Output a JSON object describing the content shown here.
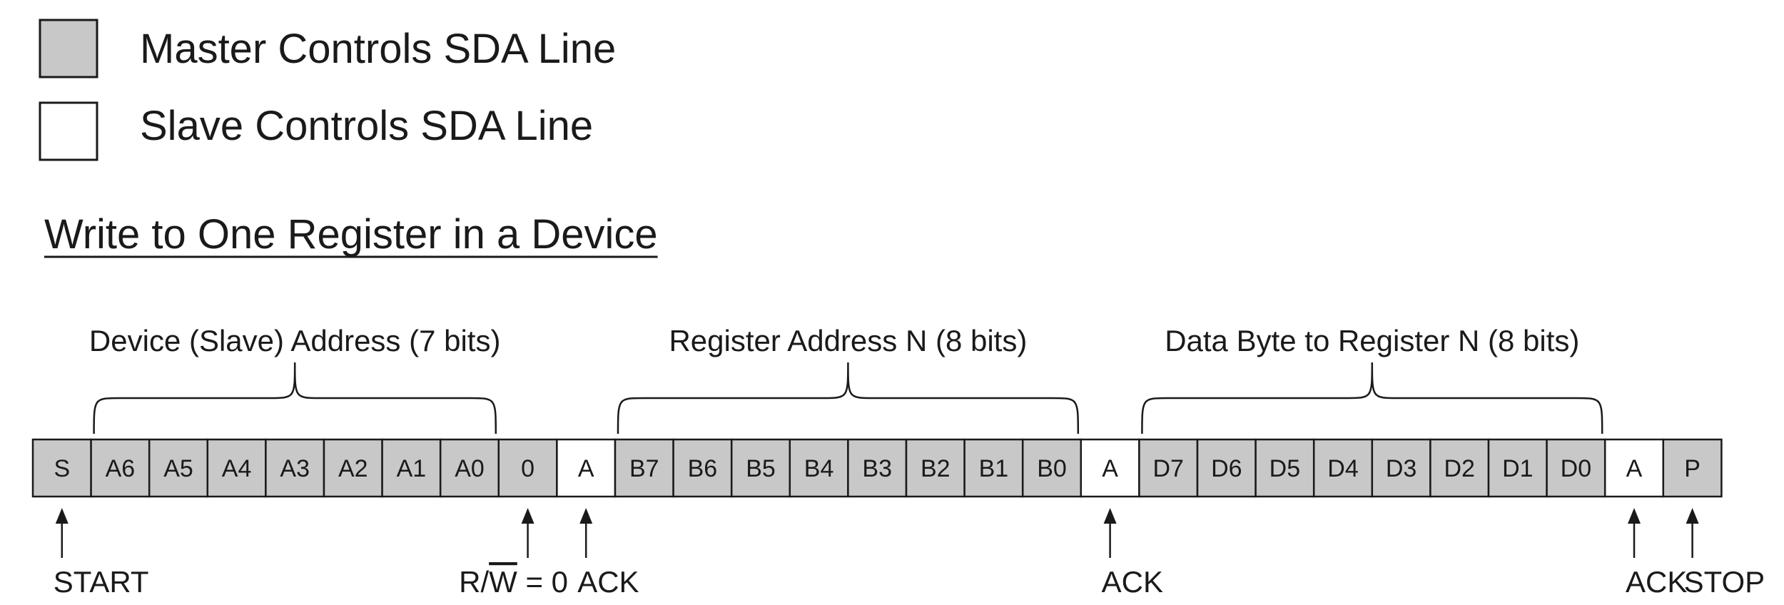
{
  "legend": [
    {
      "label": "Master Controls SDA Line",
      "fill": "#c8c8c8"
    },
    {
      "label": "Slave Controls SDA Line",
      "fill": "#ffffff"
    }
  ],
  "title": "Write to One Register in a Device",
  "colors": {
    "master": "#c8c8c8",
    "slave": "#ffffff",
    "stroke": "#1a1a1a"
  },
  "cells": [
    {
      "label": "S",
      "owner": "master"
    },
    {
      "label": "A6",
      "owner": "master"
    },
    {
      "label": "A5",
      "owner": "master"
    },
    {
      "label": "A4",
      "owner": "master"
    },
    {
      "label": "A3",
      "owner": "master"
    },
    {
      "label": "A2",
      "owner": "master"
    },
    {
      "label": "A1",
      "owner": "master"
    },
    {
      "label": "A0",
      "owner": "master"
    },
    {
      "label": "0",
      "owner": "master"
    },
    {
      "label": "A",
      "owner": "slave"
    },
    {
      "label": "B7",
      "owner": "master"
    },
    {
      "label": "B6",
      "owner": "master"
    },
    {
      "label": "B5",
      "owner": "master"
    },
    {
      "label": "B4",
      "owner": "master"
    },
    {
      "label": "B3",
      "owner": "master"
    },
    {
      "label": "B2",
      "owner": "master"
    },
    {
      "label": "B1",
      "owner": "master"
    },
    {
      "label": "B0",
      "owner": "master"
    },
    {
      "label": "A",
      "owner": "slave"
    },
    {
      "label": "D7",
      "owner": "master"
    },
    {
      "label": "D6",
      "owner": "master"
    },
    {
      "label": "D5",
      "owner": "master"
    },
    {
      "label": "D4",
      "owner": "master"
    },
    {
      "label": "D3",
      "owner": "master"
    },
    {
      "label": "D2",
      "owner": "master"
    },
    {
      "label": "D1",
      "owner": "master"
    },
    {
      "label": "D0",
      "owner": "master"
    },
    {
      "label": "A",
      "owner": "slave"
    },
    {
      "label": "P",
      "owner": "master"
    }
  ],
  "groups": [
    {
      "label": "Device (Slave) Address (7 bits)",
      "from_cell": 1,
      "to_cell": 7
    },
    {
      "label": "Register Address N (8 bits)",
      "from_cell": 10,
      "to_cell": 17
    },
    {
      "label": "Data Byte to Register N (8 bits)",
      "from_cell": 19,
      "to_cell": 26
    }
  ],
  "markers": [
    {
      "label": "START",
      "cell": 0
    },
    {
      "label_prefix": "R/",
      "label_overline": "W",
      "label_suffix": " = 0",
      "cell": 8
    },
    {
      "label": "ACK",
      "cell": 9
    },
    {
      "label": "ACK",
      "cell": 18
    },
    {
      "label": "ACK",
      "cell": 27
    },
    {
      "label": "STOP",
      "cell": 28
    }
  ]
}
